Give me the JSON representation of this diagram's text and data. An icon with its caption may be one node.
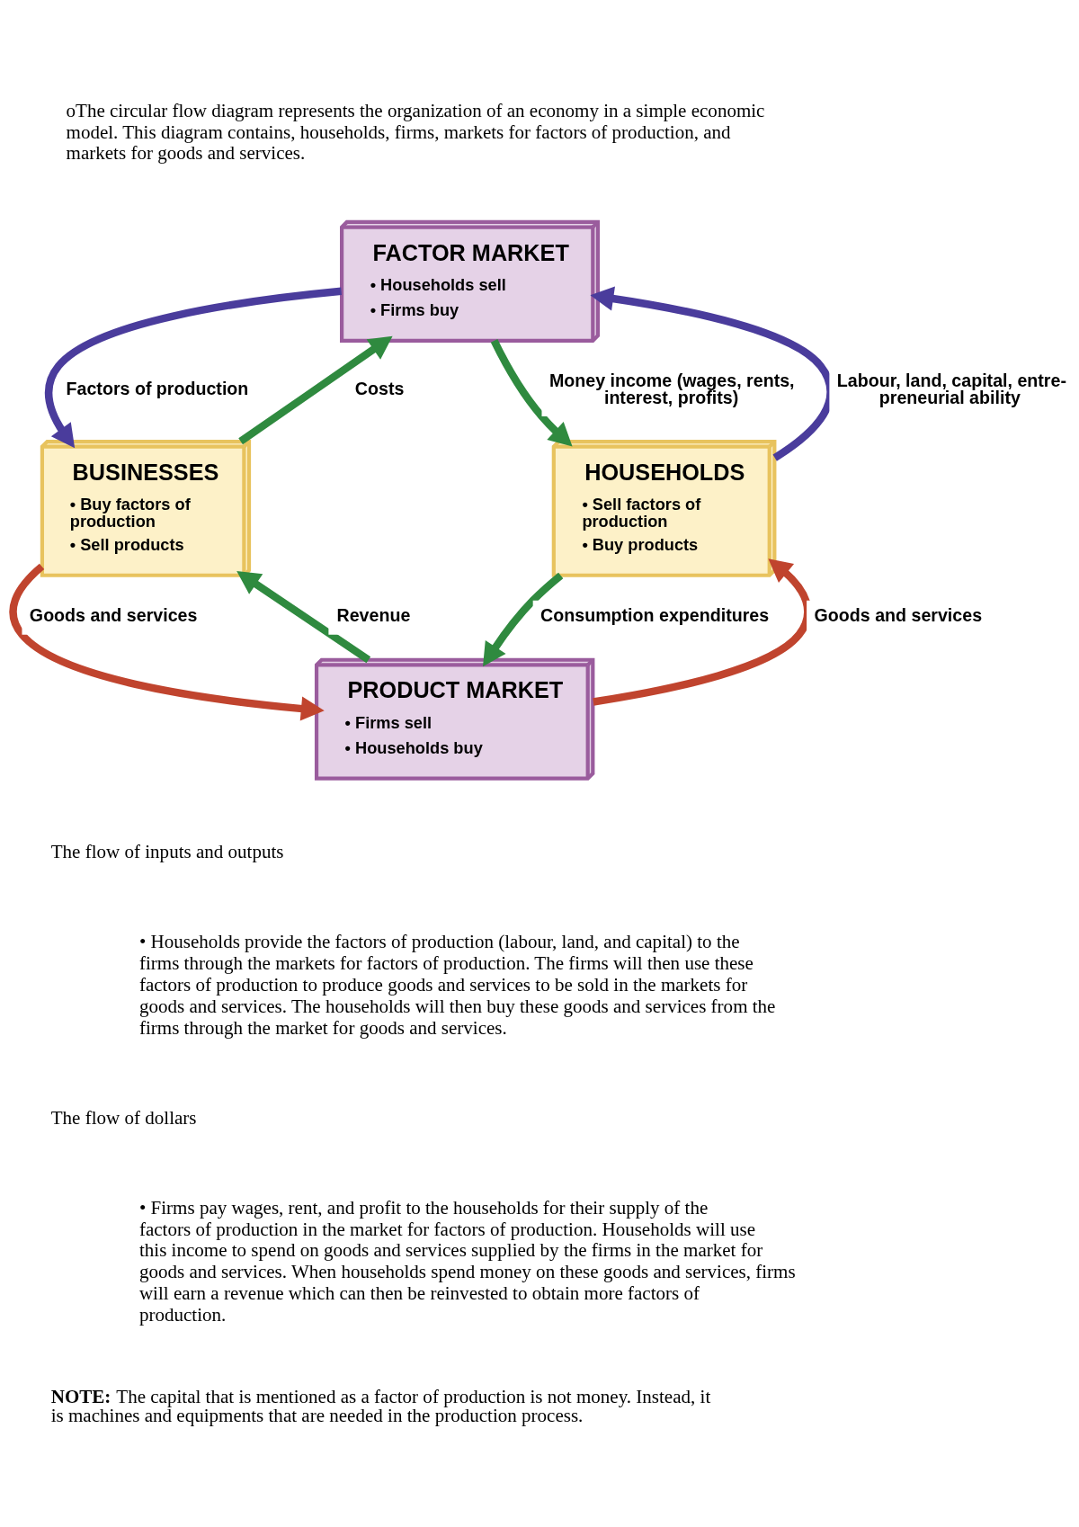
{
  "diagram": {
    "nodes": [
      {
        "text": [
          "FACTOR MARKET",
          "• Households sell",
          "• Firms buy"
        ]
      },
      {
        "text": [
          "BUSINESSES",
          "• Buy factors of production",
          "• Sell products"
        ]
      },
      {
        "text": [
          "HOUSEHOLDS",
          "• Sell factors of production",
          "• Buy products"
        ]
      },
      {
        "text": [
          "PRODUCT MARKET",
          "• Firms sell",
          "• Households buy"
        ]
      }
    ],
    "edges": [
      {
        "from": 1,
        "to": 0,
        "arrow": "to",
        "label": "Costs"
      },
      {
        "from": 0,
        "to": 1,
        "arrow": "to",
        "label": "Factors of production",
        "color": "#4a3c9c"
      },
      {
        "from": 0,
        "to": 2,
        "arrow": "to",
        "label": "Money income (wages, rents, interest, profits)"
      },
      {
        "from": 2,
        "to": 0,
        "arrow": "to",
        "label": "Labour, land, capital, entre- preneurial ability",
        "color": "#4a3c9c"
      },
      {
        "from": 1,
        "to": 3,
        "arrow": "to",
        "label": "Goods and services",
        "color": "#c0442e"
      },
      {
        "from": 3,
        "to": 1,
        "arrow": "to",
        "label": "Revenue"
      },
      {
        "from": 3,
        "to": 2,
        "arrow": "to",
        "label": "Goods and services",
        "color": "#c0442e"
      },
      {
        "from": 2,
        "to": 3,
        "arrow": "to",
        "label": "Consumption expenditures"
      }
    ],
    "labels": [
      "oThe circular flow diagram represents the organization of an economy in a simple economic model. This diagram contains, households, firms, markets for factors of production, and markets for goods and services.",
      "The flow of inputs and outputs",
      "• Households provide the factors of production (labour, land, and capital) to the firms through the markets for factors of production. The firms will then use these factors of production to produce goods and services to be sold in the markets for goods and services. The households will then buy these goods and services from the firms through the market for goods and services.",
      "The flow of dollars",
      "• Firms pay wages, rent, and profit to the households for their supply of the factors of production in the market for factors of production. Households will use this income to spend on goods and services supplied by the firms in the market for goods and services. When households spend money on these goods and services, firms will earn a revenue which can then be reinvested to obtain more factors of production.",
      "**NOTE:** The capital that is mentioned as a factor of production is not money. Instead, it is machines and equipments that are needed in the production process."
    ]
  }
}
